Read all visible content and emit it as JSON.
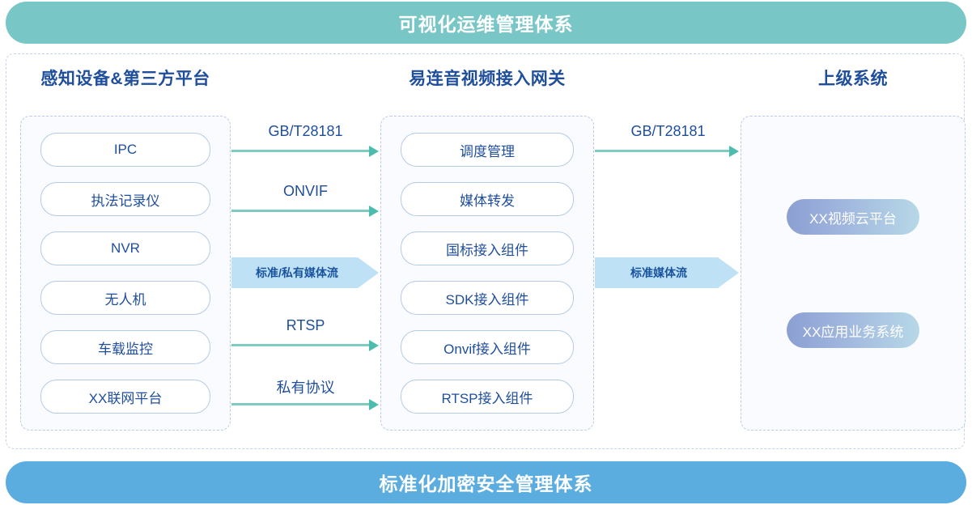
{
  "banners": {
    "top": "可视化运维管理体系",
    "bottom": "标准化加密安全管理体系",
    "top_color": "#79c6c6",
    "bottom_color": "#5bacdf"
  },
  "columns": {
    "left": {
      "title": "感知设备&第三方平台",
      "items": [
        "IPC",
        "执法记录仪",
        "NVR",
        "无人机",
        "车载监控",
        "XX联网平台"
      ]
    },
    "middle": {
      "title": "易连音视频接入网关",
      "items": [
        "调度管理",
        "媒体转发",
        "国标接入组件",
        "SDK接入组件",
        "Onvif接入组件",
        "RTSP接入组件"
      ]
    },
    "right": {
      "title": "上级系统",
      "items": [
        "XX视频云平台",
        "XX应用业务系统"
      ]
    }
  },
  "connectors": {
    "left_to_middle": [
      {
        "label": "GB/T28181",
        "style": "line"
      },
      {
        "label": "ONVIF",
        "style": "line"
      },
      {
        "label": "标准/私有媒体流",
        "style": "block"
      },
      {
        "label": "RTSP",
        "style": "line"
      },
      {
        "label": "私有协议",
        "style": "line"
      }
    ],
    "middle_to_right": [
      {
        "label": "GB/T28181",
        "style": "line"
      },
      {
        "label": "标准媒体流",
        "style": "block"
      }
    ]
  },
  "theme": {
    "title_color": "#1f4e9c",
    "pill_border": "#b5cae6",
    "pill_text": "#1f4e9c",
    "dashed_border": "#b9caea",
    "arrow_color": "#4bbdae",
    "block_arrow_color": "#bfe1f5",
    "gradient_from": "#8b9fd2",
    "gradient_to": "#b7d8e7"
  }
}
